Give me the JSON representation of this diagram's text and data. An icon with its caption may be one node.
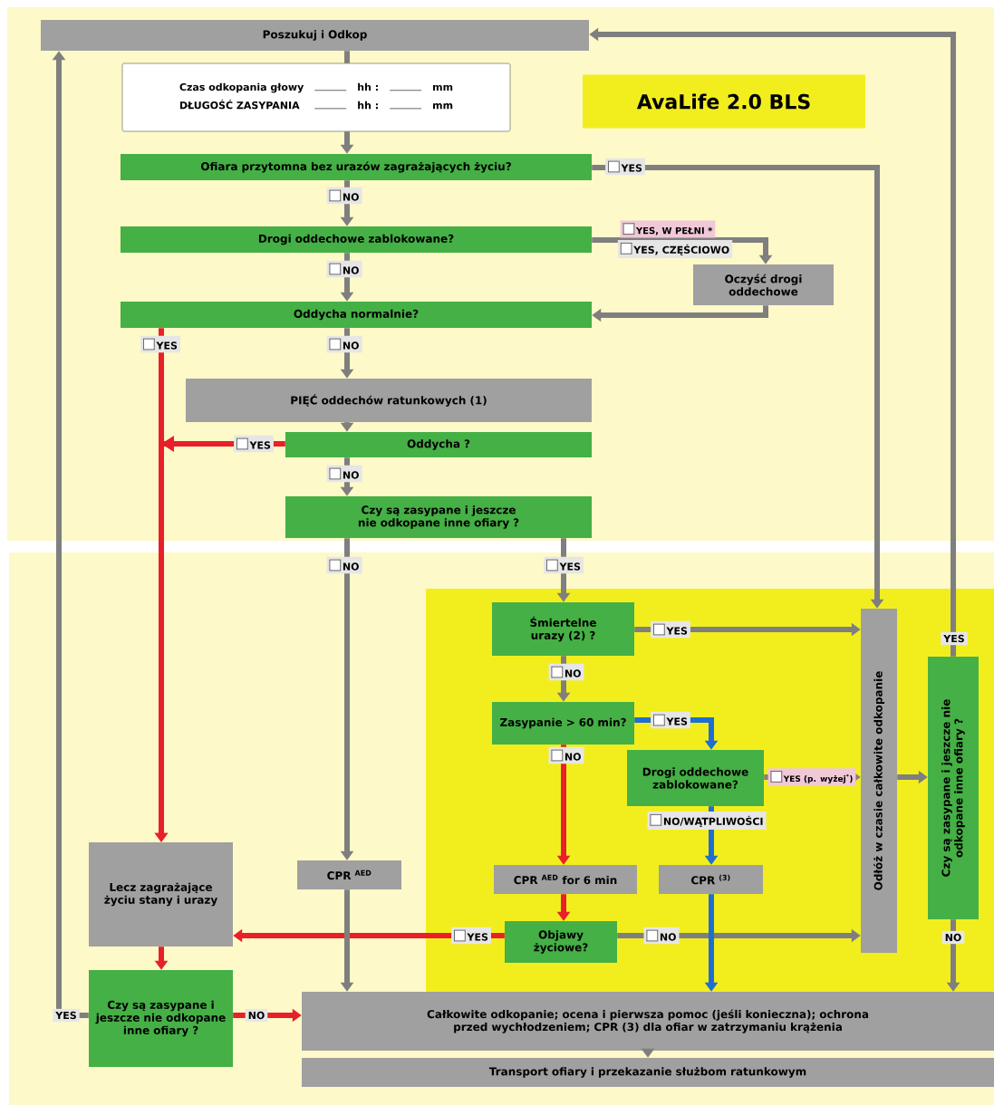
{
  "diagram": {
    "title": "AvaLife 2.0 BLS",
    "nodes": [
      {
        "text": [
          "Poszukuj i Odkop"
        ]
      },
      {
        "text": [
          "Czas odkopania głowy",
          "hh :",
          "mm",
          "DŁUGOŚĆ ZASYPANIA",
          "hh :",
          "mm"
        ]
      },
      {
        "text": [
          "Ofiara przytomna bez urazów zagrażających życiu?"
        ]
      },
      {
        "text": [
          "Drogi oddechowe zablokowane?"
        ]
      },
      {
        "text": [
          "Oczyść drogi oddechowe"
        ]
      },
      {
        "text": [
          "Oddycha normalnie?"
        ]
      },
      {
        "text": [
          "PIĘĆ oddechów ratunkowych (1)"
        ]
      },
      {
        "text": [
          "Oddycha ?"
        ]
      },
      {
        "text": [
          "Czy są zasypane i jeszcze nie odkopane inne ofiary ?"
        ]
      },
      {
        "text": [
          "Śmiertelne urazy (2) ?"
        ]
      },
      {
        "text": [
          "Zasypanie > 60 min?"
        ]
      },
      {
        "text": [
          "Drogi oddechowe zablokowane?"
        ]
      },
      {
        "text": [
          "Odłóż w czasie całkowite odkopanie"
        ]
      },
      {
        "text": [
          "Czy są zasypane i jeszcze nie odkopane inne ofiary ?"
        ]
      },
      {
        "text": [
          "Lecz zagrażające życiu stany i urazy"
        ]
      },
      {
        "text": [
          "CPR $^{AED}$"
        ]
      },
      {
        "text": [
          "CPR $^{AED}$ for 6 min"
        ]
      },
      {
        "text": [
          "CPR $^{(3)}$"
        ]
      },
      {
        "text": [
          "Objawy życiowe?"
        ]
      },
      {
        "text": [
          "Czy są zasypane i jeszcze nie odkopane inne ofiary ?"
        ]
      },
      {
        "text": [
          "Całkowite odkopanie; ocena i pierwsza pomoc (jeśli konieczna); ochrona przed wychłodzeniem; CPR (3) dla ofiar w zatrzymaniu krążenia"
        ]
      },
      {
        "text": [
          "Transport ofiary i przekazanie służbom ratunkowym"
        ]
      }
    ],
    "edges": [
      {
        "from": 0,
        "to": 1,
        "arrow": "none"
      },
      {
        "from": 1,
        "to": 2,
        "arrow": "to"
      },
      {
        "from": 2,
        "to": 3,
        "arrow": "to",
        "label": "NO"
      },
      {
        "from": 2,
        "to": 12,
        "arrow": "to",
        "label": "YES"
      },
      {
        "from": 3,
        "to": 5,
        "arrow": "to",
        "label": "NO"
      },
      {
        "from": 3,
        "to": 4,
        "arrow": "to",
        "label": "YES, CZĘŚCIOWO"
      },
      {
        "from": 4,
        "to": 5,
        "arrow": "to"
      },
      {
        "from": 5,
        "to": 6,
        "arrow": "to",
        "label": "NO"
      },
      {
        "from": 5,
        "to": 14,
        "arrow": "to",
        "label": "YES",
        "color": "#e8202a"
      },
      {
        "from": 6,
        "to": 7,
        "arrow": "to"
      },
      {
        "from": 7,
        "to": 8,
        "arrow": "to",
        "label": "NO"
      },
      {
        "from": 7,
        "to": 14,
        "arrow": "to",
        "label": "YES",
        "color": "#e8202a"
      },
      {
        "from": 8,
        "to": 15,
        "arrow": "to",
        "label": "NO"
      },
      {
        "from": 8,
        "to": 9,
        "arrow": "to",
        "label": "YES"
      },
      {
        "from": 9,
        "to": 12,
        "arrow": "to",
        "label": "YES"
      },
      {
        "from": 9,
        "to": 10,
        "arrow": "to",
        "label": "NO"
      },
      {
        "from": 10,
        "to": 11,
        "arrow": "to",
        "label": "YES",
        "color": "#1f6fd1"
      },
      {
        "from": 10,
        "to": 16,
        "arrow": "to",
        "label": "NO",
        "color": "#e8202a"
      },
      {
        "from": 11,
        "to": 12,
        "arrow": "to",
        "label": "YES (p. wyżej$^{*}$)"
      },
      {
        "from": 11,
        "to": 17,
        "arrow": "to",
        "label": "NO/WĄTPLIWOŚCI",
        "color": "#1f6fd1"
      },
      {
        "from": 12,
        "to": 13,
        "arrow": "to"
      },
      {
        "from": 16,
        "to": 18,
        "arrow": "to",
        "color": "#e8202a"
      },
      {
        "from": 18,
        "to": 14,
        "arrow": "to",
        "label": "YES",
        "color": "#e8202a"
      },
      {
        "from": 18,
        "to": 12,
        "arrow": "to",
        "label": "NO"
      },
      {
        "from": 17,
        "to": 20,
        "arrow": "to",
        "color": "#1f6fd1"
      },
      {
        "from": 15,
        "to": 20,
        "arrow": "to"
      },
      {
        "from": 13,
        "to": 20,
        "arrow": "to",
        "label": "NO"
      },
      {
        "from": 13,
        "to": 0,
        "arrow": "to",
        "label": "YES"
      },
      {
        "from": 14,
        "to": 19,
        "arrow": "to",
        "color": "#e8202a"
      },
      {
        "from": 19,
        "to": 20,
        "arrow": "to",
        "label": "NO",
        "color": "#e8202a"
      },
      {
        "from": 19,
        "to": 0,
        "arrow": "to",
        "label": "YES"
      },
      {
        "from": 20,
        "to": 21,
        "arrow": "to"
      }
    ],
    "labels": [
      "YES, W PEŁNI *"
    ]
  }
}
